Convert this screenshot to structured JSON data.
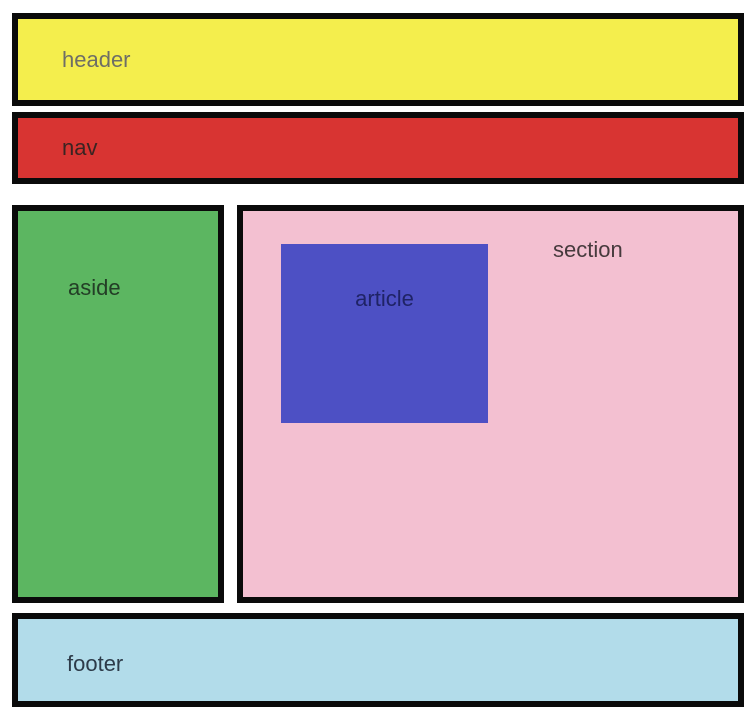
{
  "diagram": {
    "description": "HTML5 semantic page layout diagram",
    "background": "#ffffff",
    "border_color": "#0a0a0a",
    "boxes": {
      "header": {
        "label": "header",
        "fill": "#f4ee4d",
        "label_color": "#6e6e66"
      },
      "nav": {
        "label": "nav",
        "fill": "#d83432",
        "label_color": "#3a2422"
      },
      "aside": {
        "label": "aside",
        "fill": "#5cb661",
        "label_color": "#233e26"
      },
      "section": {
        "label": "section",
        "fill": "#f3c0d1",
        "label_color": "#463a3d"
      },
      "article": {
        "label": "article",
        "fill": "#4d50c4",
        "label_color": "#1f2366"
      },
      "footer": {
        "label": "footer",
        "fill": "#b2dcea",
        "label_color": "#2d3b49"
      }
    }
  }
}
